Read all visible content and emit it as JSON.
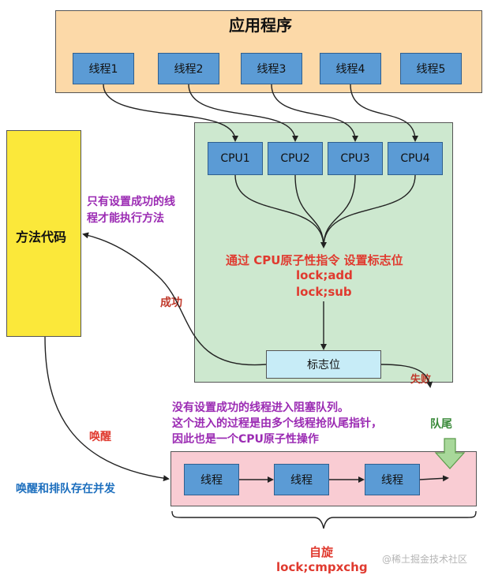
{
  "app": {
    "title": "应用程序",
    "threads": [
      "线程1",
      "线程2",
      "线程3",
      "线程4",
      "线程5"
    ]
  },
  "cpu": {
    "units": [
      "CPU1",
      "CPU2",
      "CPU3",
      "CPU4"
    ],
    "atomic_title": "通过 CPU原子性指令 设置标志位",
    "instr1": "lock;add",
    "instr2": "lock;sub",
    "flag": "标志位"
  },
  "method": {
    "label": "方法代码",
    "note_line1": "只有设置成功的线",
    "note_line2": "程才能执行方法"
  },
  "labels": {
    "success": "成功",
    "fail": "失败",
    "wake": "唤醒",
    "concurrency": "唤醒和排队存在并发",
    "tail": "队尾"
  },
  "queue": {
    "desc_line1": "没有设置成功的线程进入阻塞队列。",
    "desc_line2": "这个进入的过程是由多个线程抢队尾指针，",
    "desc_line3": "因此也是一个CPU原子性操作",
    "nodes": [
      "线程",
      "线程",
      "线程"
    ],
    "spin": "自旋",
    "spin_instr": "lock;cmpxchg"
  },
  "watermark": "@稀土掘金技术社区",
  "colors": {
    "app_bg": "#fcd9a8",
    "cpu_bg": "#cde8cf",
    "box_blue": "#5b9bd5",
    "flag_bg": "#c7ecf7",
    "method_bg": "#fbe83a",
    "queue_bg": "#f9ccd3",
    "red_text": "#e03a2f",
    "purple_text": "#9b2bb3",
    "blue_text": "#1d6fbe",
    "green_text": "#3a8a3a"
  }
}
